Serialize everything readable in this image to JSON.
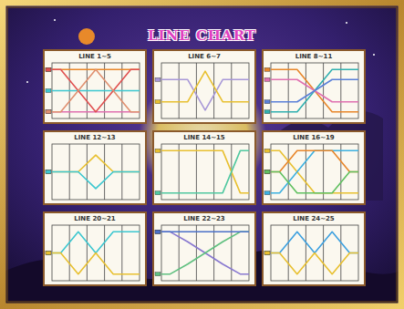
{
  "diagram": {
    "title": "LINE CHART",
    "nodes": [
      {
        "text": [
          "LINE 1~5"
        ]
      },
      {
        "text": [
          "LINE 6~7"
        ]
      },
      {
        "text": [
          "LINE 8~11"
        ]
      },
      {
        "text": [
          "LINE 12~13"
        ]
      },
      {
        "text": [
          "LINE 14~15"
        ]
      },
      {
        "text": [
          "LINE 16~19"
        ]
      },
      {
        "text": [
          "LINE 20~21"
        ]
      },
      {
        "text": [
          "LINE 22~23"
        ]
      },
      {
        "text": [
          "LINE 24~25"
        ]
      }
    ]
  }
}
